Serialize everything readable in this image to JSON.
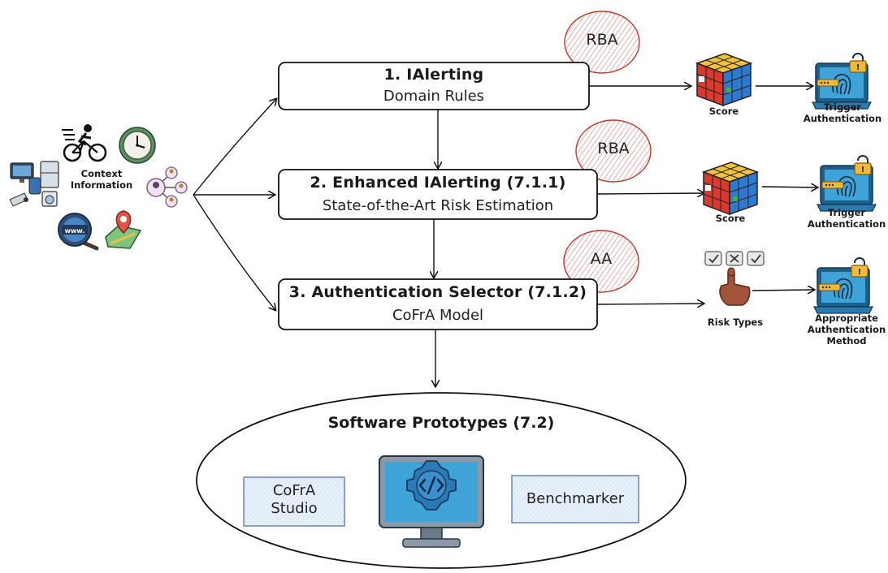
{
  "flow": {
    "step1": {
      "title": "1. IAlerting",
      "subtitle": "Domain Rules",
      "badge": "RBA"
    },
    "step2": {
      "title": "2. Enhanced IAlerting (7.1.1)",
      "subtitle": "State-of-the-Art Risk Estimation",
      "badge": "RBA"
    },
    "step3": {
      "title": "3. Authentication Selector (7.1.2)",
      "subtitle": "CoFrA Model",
      "badge": "AA"
    }
  },
  "context": {
    "label_line1": "Context",
    "label_line2": "Information"
  },
  "outputs": {
    "row1": {
      "mid_label": "Score",
      "end_line1": "Trigger",
      "end_line2": "Authentication"
    },
    "row2": {
      "mid_label": "Score",
      "end_line1": "Trigger",
      "end_line2": "Authentication"
    },
    "row3": {
      "mid_label": "Risk Types",
      "end_line1": "Appropriate",
      "end_line2": "Authentication",
      "end_line3": "Method"
    }
  },
  "prototypes": {
    "title": "Software Prototypes (7.2)",
    "tool1_line1": "CoFrA",
    "tool1_line2": "Studio",
    "tool2": "Benchmarker"
  },
  "icons": {
    "context": [
      "devices-icon",
      "cyclist-icon",
      "clock-icon",
      "people-network-icon",
      "web-search-icon",
      "map-pin-icon"
    ],
    "score": "rubiks-cube-icon",
    "auth": "fingerprint-lock-icon",
    "risk": "hand-checkboxes-icon",
    "proto": "code-monitor-icon"
  },
  "colors": {
    "stamp": "#c0392b",
    "tool_fill": "#dbe7f6",
    "tool_stroke": "#6b8fc4",
    "screen": "#3fa3d8"
  }
}
